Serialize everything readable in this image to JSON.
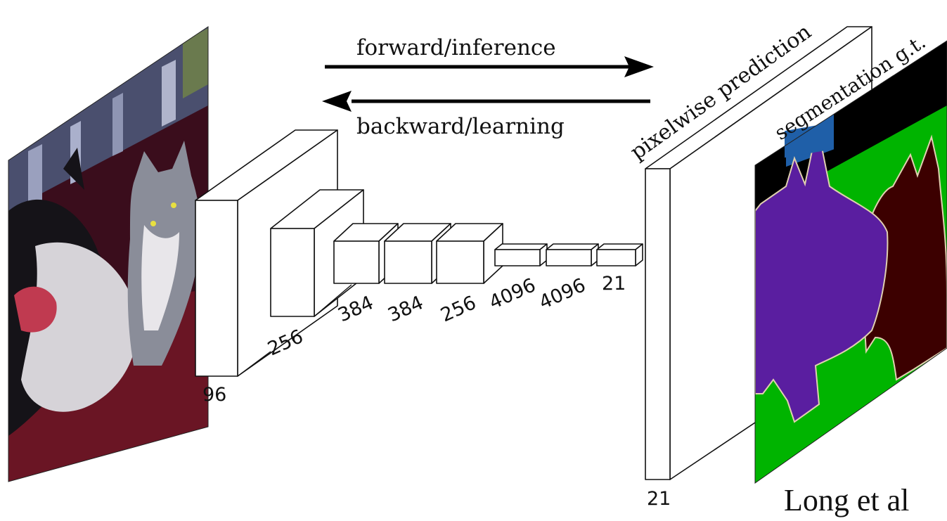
{
  "arrows": {
    "forward_label": "forward/inference",
    "backward_label": "backward/learning"
  },
  "layers": {
    "conv1": "96",
    "conv2": "256",
    "conv3": "384",
    "conv4": "384",
    "conv5": "256",
    "fc6": "4096",
    "fc7": "4096",
    "score": "21",
    "prediction": "21"
  },
  "planes": {
    "prediction_label": "pixelwise prediction",
    "ground_truth_label": "segmentation g.t."
  },
  "caption": "Long et al",
  "colors": {
    "room_wall": "#3a0d1c",
    "sofa": "#6a1524",
    "dog_black": "#151318",
    "dog_white": "#d6d3d8",
    "cat_gray": "#8a8d99",
    "seg_background": "#000000",
    "seg_green": "#00b400",
    "seg_dog": "#5a1ea0",
    "seg_cat": "#3c0000",
    "seg_border": "#e0d0b0",
    "seg_blue": "#1f5fa8"
  }
}
